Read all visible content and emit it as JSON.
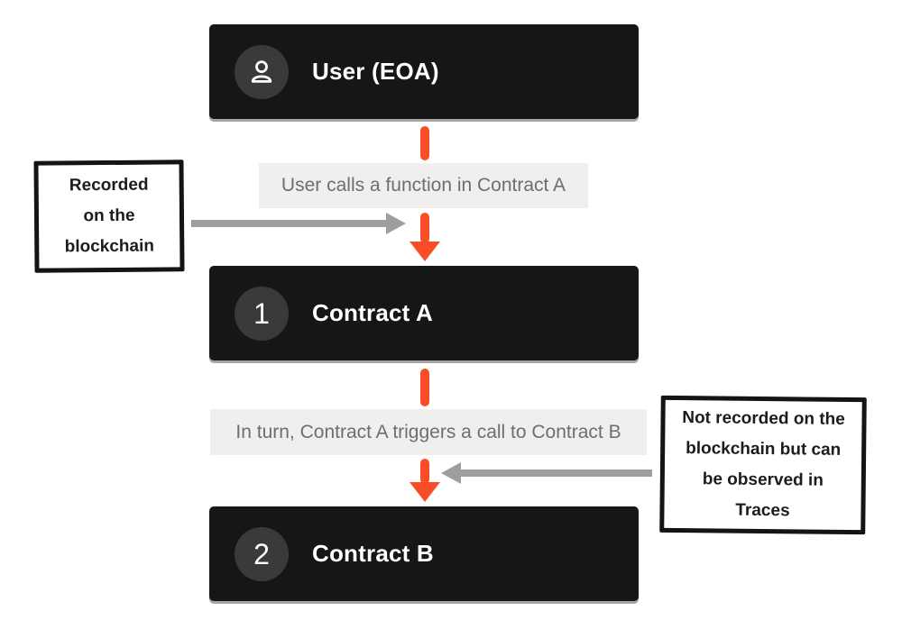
{
  "colors": {
    "background": "#ffffff",
    "node_bg": "#161616",
    "node_text": "#ffffff",
    "badge_bg": "#3a3a3a",
    "accent_orange": "#f94d27",
    "flow_label_bg": "#f0efee",
    "flow_label_text": "#6e6e6e",
    "gray_arrow": "#9e9e9e",
    "annotation_border": "#141414",
    "annotation_text": "#1c1c1c"
  },
  "nodes": [
    {
      "id": "user",
      "icon": "user-icon",
      "title": "User (EOA)"
    },
    {
      "id": "contract-a",
      "badge": "1",
      "title": "Contract A"
    },
    {
      "id": "contract-b",
      "badge": "2",
      "title": "Contract B"
    }
  ],
  "flow_labels": [
    {
      "text": "User calls a function in Contract A"
    },
    {
      "text": "In turn, Contract A triggers a call to Contract B"
    }
  ],
  "annotations": [
    {
      "side": "left",
      "text": "Recorded on the blockchain",
      "lines": [
        "Recorded",
        "on the",
        "blockchain"
      ]
    },
    {
      "side": "right",
      "text": "Not recorded on the blockchain but can be observed in Traces",
      "lines": [
        "Not recorded on the",
        "blockchain but can",
        "be observed in",
        "Traces"
      ]
    }
  ]
}
